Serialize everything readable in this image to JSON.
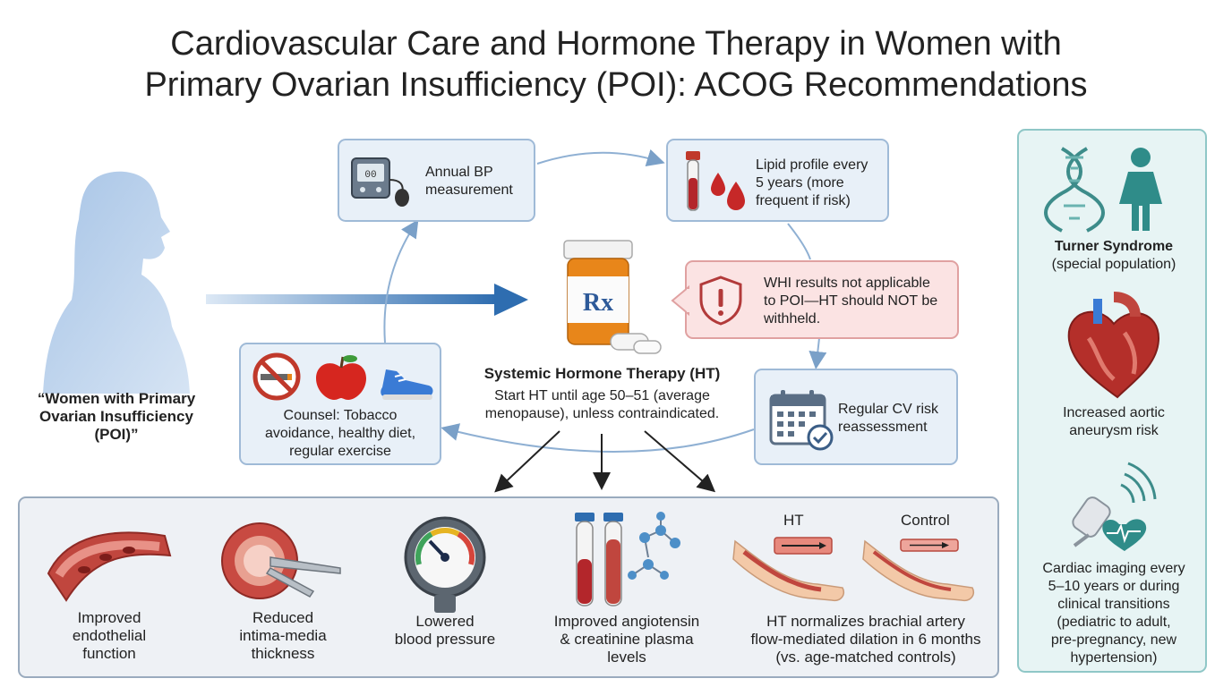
{
  "title": {
    "line1": "Cardiovascular Care and Hormone Therapy in Women with",
    "line2": "Primary Ovarian Insufficiency (POI): ACOG Recommendations"
  },
  "patient": {
    "label_line1": "“Women with Primary",
    "label_line2": "Ovarian Insufficiency",
    "label_line3": "(POI)”"
  },
  "cycle": {
    "bp": {
      "line1": "Annual BP",
      "line2": "measurement"
    },
    "lipid": {
      "line1": "Lipid profile every",
      "line2": "5 years (more",
      "line3": "frequent if risk)"
    },
    "whi": {
      "line1": "WHI results not applicable",
      "line2": "to POI—HT should NOT be",
      "line3": "withheld."
    },
    "cv": {
      "line1": "Regular CV risk",
      "line2": "reassessment"
    },
    "counsel": {
      "line1": "Counsel: Tobacco",
      "line2": "avoidance, healthy diet,",
      "line3": "regular exercise"
    }
  },
  "center": {
    "rx_label": "Rx",
    "heading": "Systemic Hormone Therapy (HT)",
    "line1": "Start HT until age 50–51 (average",
    "line2": "menopause), unless contraindicated."
  },
  "benefits": [
    {
      "line1": "Improved",
      "line2": "endothelial",
      "line3": "function"
    },
    {
      "line1": "Reduced",
      "line2": "intima-media",
      "line3": "thickness"
    },
    {
      "line1": "Lowered",
      "line2": "blood pressure"
    },
    {
      "line1": "Improved angiotensin",
      "line2": "& creatinine plasma",
      "line3": "levels"
    },
    {
      "label_ht": "HT",
      "label_control": "Control",
      "line1": "HT normalizes brachial artery",
      "line2": "flow-mediated dilation in 6 months",
      "line3": "(vs. age-matched controls)"
    }
  ],
  "turner": {
    "heading": "Turner Syndrome",
    "sub": "(special population)",
    "aortic_line1": "Increased aortic",
    "aortic_line2": "aneurysm risk",
    "imaging_line1": "Cardiac imaging every",
    "imaging_line2": "5–10 years or during",
    "imaging_line3": "clinical transitions",
    "imaging_line4": "(pediatric to adult,",
    "imaging_line5": "pre-pregnancy, new",
    "imaging_line6": "hypertension)"
  },
  "colors": {
    "accent_blue": "#2e6db0",
    "warning_red": "#c0392b",
    "teal_panel": "#8fc7c7",
    "blue_box": "#9fbad7"
  }
}
